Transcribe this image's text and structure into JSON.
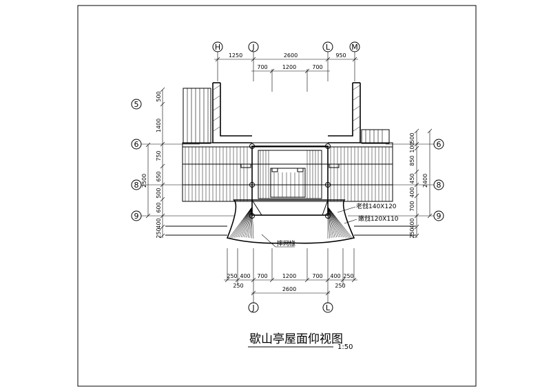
{
  "title": "歇山亭屋面仰视图",
  "scale": "1:50",
  "grid_top": [
    "H",
    "J",
    "L",
    "M"
  ],
  "grid_bottom": [
    "J",
    "L"
  ],
  "grid_left": [
    "5",
    "6",
    "8",
    "9"
  ],
  "grid_right": [
    "6",
    "8",
    "9"
  ],
  "dims_top_outer": [
    "1250",
    "2600",
    "950"
  ],
  "dims_top_inner": [
    "700",
    "1200",
    "700"
  ],
  "dims_left_outer": [
    "500",
    "1400",
    "750",
    "650",
    "500",
    "600",
    "400",
    "250"
  ],
  "dims_left_total": "2500",
  "dims_right_outer": [
    "500",
    "100",
    "850",
    "450",
    "400",
    "700",
    "400",
    "250"
  ],
  "dims_right_total": "2400",
  "dims_bottom_inner": [
    "250",
    "400",
    "700",
    "1200",
    "700",
    "400",
    "250"
  ],
  "dims_bottom_outer": [
    "250",
    "250"
  ],
  "dims_bottom_total": "2600",
  "notes": {
    "old_corner": "老戗140X120",
    "young_corner": "嫩戗120X110",
    "rafter": "摔网椽"
  }
}
